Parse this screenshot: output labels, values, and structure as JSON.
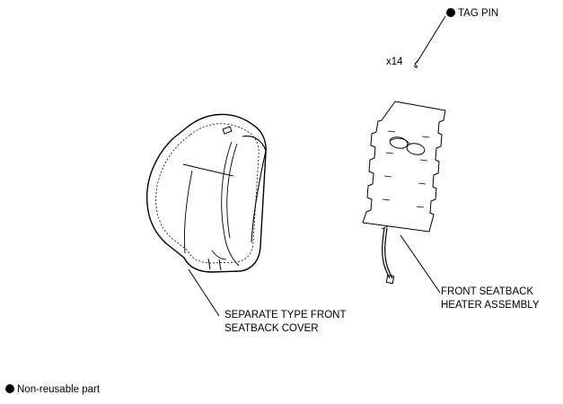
{
  "labels": {
    "tag_pin": "TAG PIN",
    "quantity": "x14",
    "cover_line1": "SEPARATE TYPE FRONT",
    "cover_line2": "SEATBACK COVER",
    "heater_line1": "FRONT SEATBACK",
    "heater_line2": "HEATER ASSEMBLY"
  },
  "legend": {
    "non_reusable": "Non-reusable part"
  }
}
